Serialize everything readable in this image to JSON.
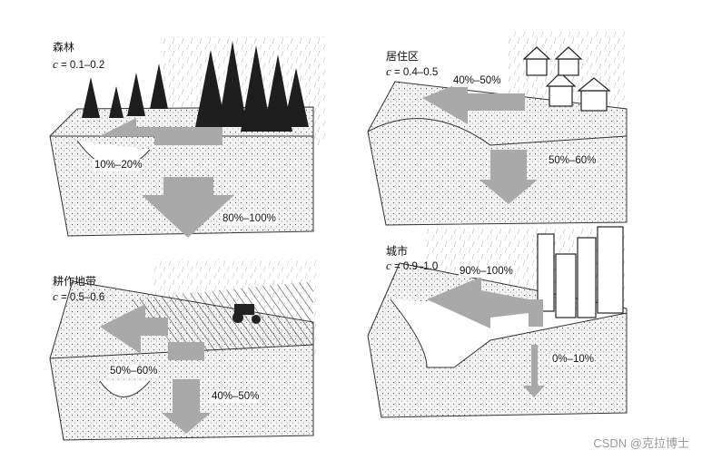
{
  "panels": [
    {
      "id": "forest",
      "title": "森林",
      "coef_symbol": "c",
      "coef_text": "= 0.1–0.2",
      "runoff": "10%–20%",
      "infiltration": "80%–100%"
    },
    {
      "id": "residential",
      "title": "居住区",
      "coef_symbol": "c",
      "coef_text": "= 0.4–0.5",
      "runoff": "40%–50%",
      "infiltration": "50%–60%"
    },
    {
      "id": "farmland",
      "title": "耕作地带",
      "coef_symbol": "c",
      "coef_text": "= 0.5–0.6",
      "runoff": "50%–60%",
      "infiltration": "40%–50%"
    },
    {
      "id": "city",
      "title": "城市",
      "coef_symbol": "c",
      "coef_text": "= 0.9–1.0",
      "runoff": "90%–100%",
      "infiltration": "0%–10%"
    }
  ],
  "watermark": "CSDN @克拉博士",
  "colors": {
    "arrow": "#a9a9a9",
    "ink": "#222222",
    "soil": "#efefef"
  }
}
